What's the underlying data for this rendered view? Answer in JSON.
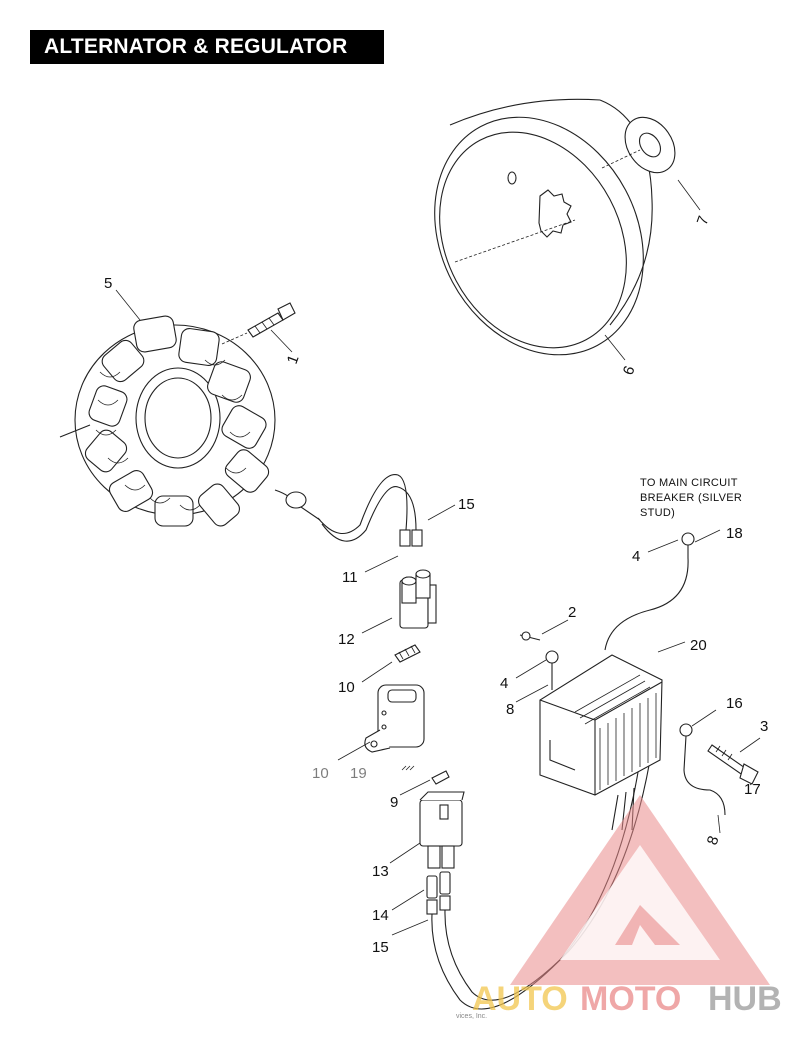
{
  "title": "ALTERNATOR & REGULATOR",
  "note": {
    "line1": "TO MAIN CIRCUIT",
    "line2": "BREAKER (SILVER",
    "line3": "STUD)"
  },
  "callouts": [
    {
      "id": "c5",
      "text": "5"
    },
    {
      "id": "c1",
      "text": "1"
    },
    {
      "id": "c6",
      "text": "6"
    },
    {
      "id": "c7",
      "text": "7"
    },
    {
      "id": "c15a",
      "text": "15"
    },
    {
      "id": "c11",
      "text": "11"
    },
    {
      "id": "c12",
      "text": "12"
    },
    {
      "id": "c10a",
      "text": "10"
    },
    {
      "id": "c10b",
      "text": "10"
    },
    {
      "id": "c19",
      "text": "19"
    },
    {
      "id": "c9",
      "text": "9"
    },
    {
      "id": "c13",
      "text": "13"
    },
    {
      "id": "c14",
      "text": "14"
    },
    {
      "id": "c15b",
      "text": "15"
    },
    {
      "id": "c2",
      "text": "2"
    },
    {
      "id": "c4a",
      "text": "4"
    },
    {
      "id": "c18",
      "text": "18"
    },
    {
      "id": "c20",
      "text": "20"
    },
    {
      "id": "c4b",
      "text": "4"
    },
    {
      "id": "c8a",
      "text": "8"
    },
    {
      "id": "c16",
      "text": "16"
    },
    {
      "id": "c3",
      "text": "3"
    },
    {
      "id": "c17",
      "text": "17"
    },
    {
      "id": "c8b",
      "text": "8"
    }
  ],
  "footer_text": "vices, Inc.",
  "watermark": {
    "part1": "AUTO",
    "part2": "MOTO",
    "part3": "HUB"
  }
}
